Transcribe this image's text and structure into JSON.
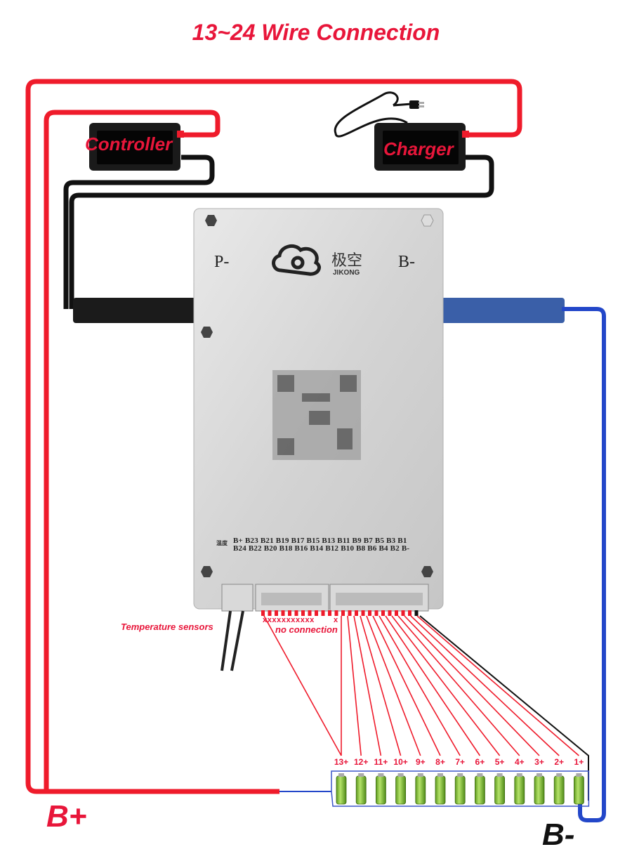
{
  "title": "13~24 Wire Connection",
  "devices": {
    "controller_label": "Controller",
    "charger_label": "Charger"
  },
  "board": {
    "p_minus": "P-",
    "b_minus": "B-",
    "brand_cn": "极空",
    "brand_en": "JIKONG",
    "temp_cn": "温度",
    "pins_row1": "B+  B23  B21  B19  B17  B15  B13  B11  B9  B7  B5  B3  B1",
    "pins_row2": "B24  B22  B20  B18  B16  B14  B12  B10  B8  B6  B4  B2  B-"
  },
  "annotations": {
    "temperature_sensors": "Temperature sensors",
    "no_connection": "no connection",
    "x_marks": "xxxxxxxxxxx",
    "x_single": "x"
  },
  "terminals": {
    "b_plus": "B+",
    "b_minus": "B-"
  },
  "cells": {
    "labels": [
      "13+",
      "12+",
      "11+",
      "10+",
      "9+",
      "8+",
      "7+",
      "6+",
      "5+",
      "4+",
      "3+",
      "2+",
      "1+"
    ]
  },
  "colors": {
    "red_wire": "#ef1b2b",
    "black_wire": "#111111",
    "blue_wire": "#2347c9",
    "label_red": "#e8163a",
    "cell_green": "#8bc83a"
  }
}
